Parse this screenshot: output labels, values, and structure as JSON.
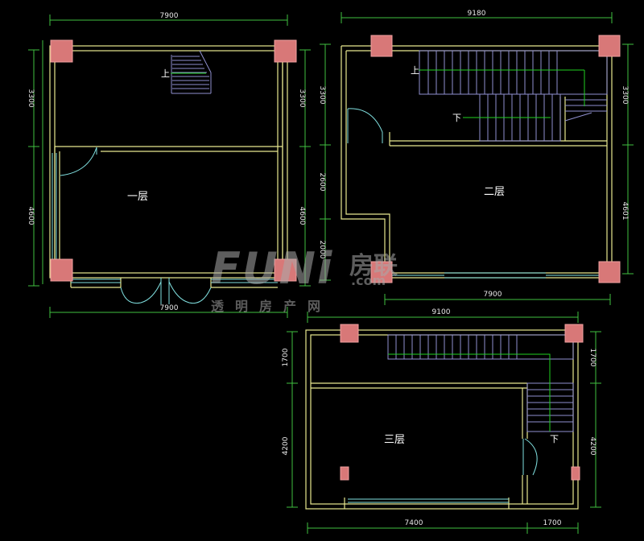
{
  "colors": {
    "background": "#000000",
    "wall": "#e8e890",
    "column": "#d87878",
    "dimension_line": "#40c040",
    "stair": "#9090d0",
    "door": "#80e0e0",
    "window": "#80e0e0",
    "arrow": "#20d020",
    "text": "#ffffff"
  },
  "plan1": {
    "name": "一层",
    "dim_top": "7900",
    "dim_bottom": "7900",
    "dim_left_upper": "3300",
    "dim_left_lower": "4600",
    "dim_right_upper": "3300",
    "dim_right_lower": "4600",
    "stair_up": "上"
  },
  "plan2": {
    "name": "二层",
    "dim_top": "9180",
    "dim_bottom": "7900",
    "dim_left_upper": "3300",
    "dim_left_middle": "2600",
    "dim_left_lower": "2000",
    "dim_right_upper": "3300",
    "dim_right_lower": "4601",
    "stair_up": "上",
    "stair_down": "下"
  },
  "plan3": {
    "name": "三层",
    "dim_top": "9100",
    "dim_bottom_left": "7400",
    "dim_bottom_right": "1700",
    "dim_left_upper": "1700",
    "dim_left_lower": "4200",
    "dim_right_upper": "1700",
    "dim_right_lower": "4200",
    "stair_down": "下"
  },
  "watermark": {
    "brand": "FUNi",
    "brand_cn": "房联",
    "domain": ".com",
    "subtitle": "透明房产网"
  }
}
